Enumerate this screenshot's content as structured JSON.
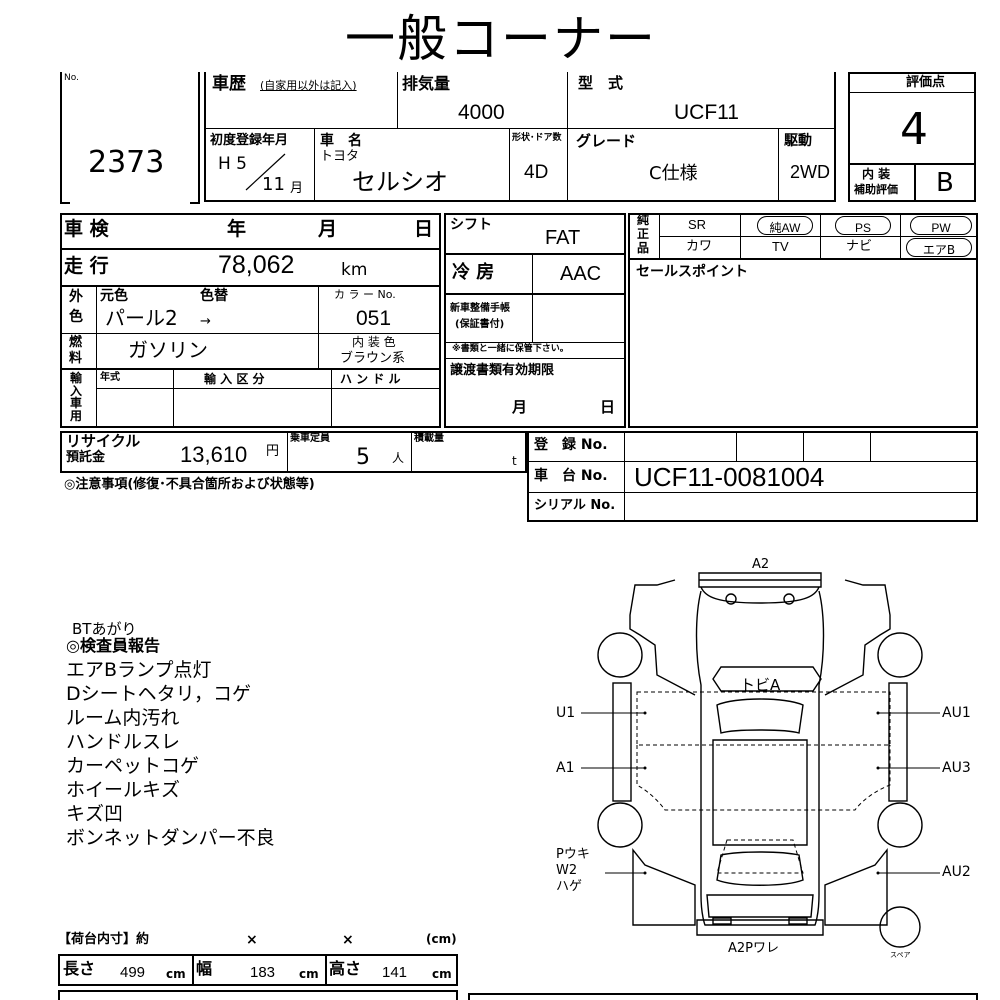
{
  "title": "一般コーナー",
  "header": {
    "no_label": "No.",
    "lot_number": "2373",
    "history_label": "車歴",
    "history_note": "(自家用以外は記入)",
    "displacement_label": "排気量",
    "displacement": "4000",
    "model_label": "型　式",
    "model": "UCF11",
    "first_reg_label": "初度登録年月",
    "first_reg_year": "H 5",
    "first_reg_month": "11",
    "month_unit": "月",
    "car_name_label": "車　名",
    "maker": "トヨタ",
    "car_name": "セルシオ",
    "shape_doors_label": "形状･ドア数",
    "shape_doors": "4D",
    "grade_label": "グレード",
    "grade": "C仕様",
    "drive_label": "駆動",
    "drive": "2WD",
    "score_label": "評価点",
    "score": "4",
    "interior_label_1": "内 装",
    "interior_label_2": "補助評価",
    "interior_score": "B"
  },
  "details": {
    "inspection_label": "車 検",
    "year_label": "年",
    "month_label": "月",
    "day_label": "日",
    "mileage_label": "走 行",
    "mileage": "78,062",
    "mileage_unit": "km",
    "exterior_label_1": "外",
    "exterior_label_2": "色",
    "orig_color_label": "元色",
    "repaint_label": "色替",
    "color": "パール2",
    "arrow": "→",
    "color_no_label": "カ ラ ー No.",
    "color_no": "051",
    "fuel_label_1": "燃",
    "fuel_label_2": "料",
    "fuel": "ガソリン",
    "interior_color_label": "内 装 色",
    "interior_color": "ブラウン系",
    "import_label": "輸入車用",
    "model_year_label": "年式",
    "import_type_label": "輸 入 区 分",
    "handle_label": "ハ ン ド ル",
    "shift_label": "シフト",
    "shift": "FAT",
    "ac_label": "冷 房",
    "ac": "AAC",
    "maint_book_label_1": "新車整備手帳",
    "maint_book_label_2": "(保証書付)",
    "maint_note": "※書類と一緒に保管下さい。",
    "transfer_label": "譲渡書類有効期限",
    "transfer_month": "月",
    "transfer_day": "日",
    "recycle_label_1": "リサイクル",
    "recycle_label_2": "預託金",
    "recycle_fee": "13,610",
    "yen": "円",
    "capacity_label": "乗車定員",
    "capacity": "5",
    "capacity_unit": "人",
    "load_label": "積載量",
    "load_unit": "t",
    "notes_label": "◎注意事項(修復･不具合箇所および状態等)"
  },
  "equipment": {
    "label_1": "純",
    "label_2": "正",
    "label_3": "品",
    "row1": [
      "SR",
      "純AW",
      "PS",
      "PW"
    ],
    "row2": [
      "カワ",
      "TV",
      "ナビ",
      "エアB"
    ],
    "sales_point_label": "セールスポイント"
  },
  "registration": {
    "reg_no_label": "登　録 No.",
    "chassis_label": "車　台 No.",
    "chassis": "UCF11-0081004",
    "serial_label": "シリアル No."
  },
  "inspector": {
    "header_line": "BTあがり",
    "title": "◎検査員報告",
    "items": [
      "エアBランプ点灯",
      "Dシートヘタリ，コゲ",
      "ルーム内汚れ",
      "ハンドルスレ",
      "カーペットコゲ",
      "ホイールキズ",
      "キズ凹",
      "ボンネットダンパー不良"
    ]
  },
  "diagram": {
    "a2_top": "A2",
    "tobi": "トビA",
    "u1": "U1",
    "a1": "A1",
    "au1": "AU1",
    "au3": "AU3",
    "au2": "AU2",
    "left_bottom_1": "Pウキ",
    "left_bottom_2": "W2",
    "left_bottom_3": "ハゲ",
    "bottom": "A2Pワレ",
    "spare": "スペア"
  },
  "cargo": {
    "header": "【荷台内寸】約",
    "times1": "×",
    "times2": "×",
    "unit_cm": "(cm)",
    "length_label": "長さ",
    "length": "499",
    "width_label": "幅",
    "width": "183",
    "height_label": "高さ",
    "height": "141",
    "cm": "cm"
  }
}
